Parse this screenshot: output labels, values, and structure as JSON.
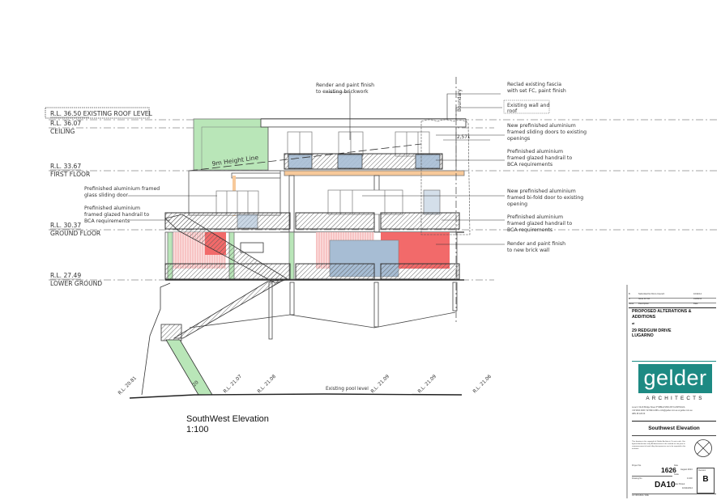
{
  "drawing": {
    "title": "SouthWest Elevation",
    "scale": "1:100",
    "levels": [
      {
        "rl": "R.L. 36.50 EXISTING ROOF LEVEL",
        "name": ""
      },
      {
        "rl": "R.L. 36.07",
        "name": "CEILING"
      },
      {
        "rl": "R.L. 33.67",
        "name": "FIRST FLOOR"
      },
      {
        "rl": "R.L. 30.37",
        "name": "GROUND FLOOR"
      },
      {
        "rl": "R.L. 27.49",
        "name": "LOWER GROUND"
      }
    ],
    "height_line_label": "9m Height Line",
    "boundary_label": "Boundary",
    "dimension": "2,571",
    "ground_rls": [
      "R.L. 20.81",
      "R.L. 21.07",
      "R.L. 21.08",
      "R.L. 21.09",
      "R.L. 21.09",
      "R.L. 21.06"
    ],
    "stair_rl": "20",
    "pool_label": "Existing pool level",
    "annotations": {
      "render_existing": [
        "Render and paint finish",
        "to existing brickwork"
      ],
      "reclad_fascia": [
        "Reclad existing fascia",
        "with set FC, paint finish"
      ],
      "existing_wall": [
        "Existing wall and",
        "roof"
      ],
      "sliding_doors": [
        "New prefinished aluminium",
        "framed sliding doors to existing",
        "openings"
      ],
      "handrail_first": [
        "Prefinished aluminium",
        "framed glazed handrail to",
        "BCA requirements"
      ],
      "bifold_door": [
        "New prefinished aluminium",
        "framed bi-fold door to existing",
        "opening"
      ],
      "handrail_ground": [
        "Prefinished aluminium",
        "framed glazed handrail to",
        "BCA requirements"
      ],
      "render_new": [
        "Render and paint finish",
        "to new brick wall"
      ],
      "glass_sliding": [
        "Prefinished aluminium framed",
        "glass sliding door"
      ],
      "handrail_left": [
        "Prefinished aluminium",
        "framed glazed handrail to",
        "BCA requirements"
      ]
    },
    "colors": {
      "green": "#b9e6b8",
      "red": "#f26a6a",
      "blue": "#a7bdd4",
      "orange": "#f7c99a"
    }
  },
  "title_block": {
    "revisions": [
      {
        "rev": "B",
        "desc": "Submitted for DA to Council",
        "date": "10/11/14"
      },
      {
        "rev": "A",
        "desc": "Issue for DA",
        "date": "01/08/14"
      },
      {
        "rev": "Issue",
        "desc": "Description",
        "date": "Date"
      }
    ],
    "project_lines": [
      "PROPOSED ALTERATIONS &",
      "ADDITIONS"
    ],
    "at": "at",
    "address_lines": [
      "29 REDGUM DRIVE",
      "LUGARNO"
    ],
    "logo_text": "gelder",
    "logo_sub": "ARCHITECTS",
    "firm_address": "Level 2 19-23 Bridge Street PYMBLE NSW 2073 AUSTRALIA",
    "firm_contact": "t 02 9944 2400  f 02 9944 2466  e info@gelder.com.au  w gelder.com.au",
    "firm_abn": "ABN 48 126 00",
    "sheet_title": "Southwest Elevation",
    "copyright_note": "This drawing is the copyright of Gelder Architects. Do not scale. Use figured dimensions only. All dimensions to be verified on site prior to commencement of work. Any discrepancies are to be reported to the architect.",
    "project_no_label": "Project No",
    "project_no": "1626",
    "drawing_no_label": "Drawing No",
    "drawing_no": "DA10",
    "date_label": "Date",
    "date": "August 2014",
    "scale_label": "Scale",
    "scale": "1:100",
    "plot_label": "Date Plotted",
    "plot_date": "10/11/2014",
    "revision_label": "Revision",
    "revision": "B",
    "footer": "A3 ORIGINAL SIZE"
  }
}
